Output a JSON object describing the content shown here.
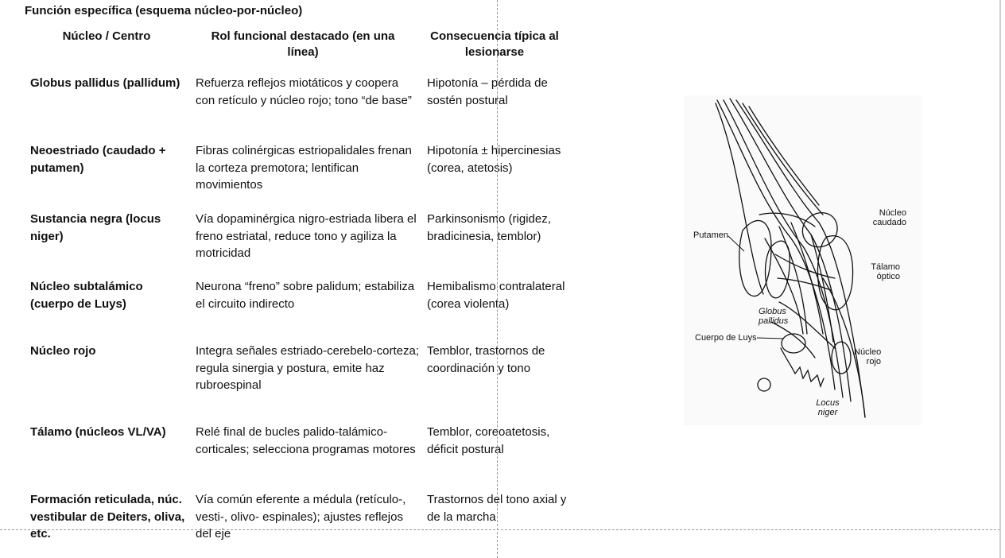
{
  "heading": "Función específica (esquema núcleo-por-núcleo)",
  "columns": {
    "nucleo": "Núcleo / Centro",
    "rol": "Rol funcional destacado (en una línea)",
    "consecuencia": "Consecuencia típica al lesionarse"
  },
  "rows": [
    {
      "nucleo": "Globus pallidus (pallidum)",
      "rol": "Refuerza reflejos miotáticos y coopera con retículo y núcleo rojo; tono “de base”",
      "consecuencia": "Hipotonía – pérdida de sostén postural"
    },
    {
      "nucleo": "Neoestriado (caudado + putamen)",
      "rol": "Fibras colinérgicas estriopalidales frenan la corteza premotora; lentifican movimientos",
      "consecuencia": "Hipotonía ± hipercinesias (corea, atetosis)"
    },
    {
      "nucleo": "Sustancia negra (locus niger)",
      "rol": "Vía dopaminérgica nigro-estriada libera el freno estriatal, reduce tono y agiliza la motricidad",
      "consecuencia": "Parkinsonismo (rigidez, bradicinesia, temblor)"
    },
    {
      "nucleo": "Núcleo subtalámico (cuerpo de Luys)",
      "rol": "Neurona “freno” sobre palidum; estabiliza el circuito indirecto",
      "consecuencia": "Hemibalismo contralateral (corea violenta)"
    },
    {
      "nucleo": "Núcleo rojo",
      "rol": "Integra señales estriado-cerebelo-corteza; regula sinergia y postura, emite haz rubroespinal",
      "consecuencia": "Temblor, trastornos de coordinación y tono"
    },
    {
      "nucleo": "Tálamo (núcleos VL/VA)",
      "rol": "Relé final de bucles palido-talámico-corticales; selecciona programas motores",
      "consecuencia": "Temblor, coreoatetosis, déficit postural"
    },
    {
      "nucleo": "Formación reticulada, núc. vestibular de Deiters, oliva, etc.",
      "rol": "Vía común eferente a médula (retículo-, vesti-, olivo- espinales); ajustes reflejos del eje",
      "consecuencia": "Trastornos del tono axial y de la marcha"
    }
  ],
  "figure": {
    "labels": {
      "nucleo_caudado": "Núcleo caudado",
      "putamen": "Putamen",
      "talamo_optico": "Tálamo óptico",
      "globus_pallidus": "Globus pallidus",
      "cuerpo_de_luys": "Cuerpo de Luys",
      "nucleo_rojo": "Núcleo rojo",
      "locus_niger": "Locus niger"
    }
  }
}
